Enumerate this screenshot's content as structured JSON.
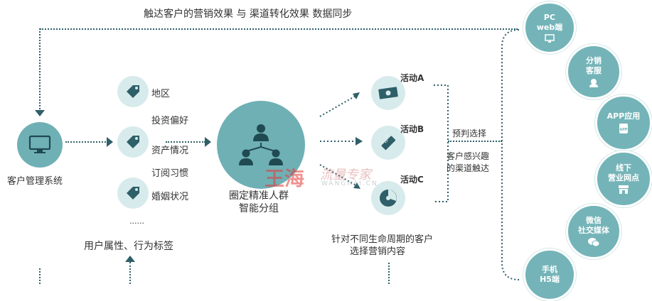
{
  "top_caption": "触达客户的营销效果 与 渠道转化效果 数据同步",
  "crm_label": "客户管理系统",
  "tags": [
    "地区",
    "投资偏好",
    "资产情况",
    "订阅习惯",
    "婚姻状况",
    "......"
  ],
  "tags_caption": "用户属性、行为标签",
  "center_label": [
    "圈定精准人群",
    "智能分组"
  ],
  "activities": [
    "活动A",
    "活动B",
    "活动C"
  ],
  "activities_caption": [
    "针对不同生命周期的客户",
    "选择营销内容"
  ],
  "bracket_labels": [
    "预判选择",
    "客户感兴趣",
    "的渠道触达"
  ],
  "channels": [
    {
      "line1": "PC",
      "line2": "web端",
      "icon": "monitor-icon"
    },
    {
      "line1": "分销",
      "line2": "客服",
      "icon": "headset-icon"
    },
    {
      "line1": "APP应用",
      "line2": "",
      "icon": "app-icon"
    },
    {
      "line1": "线下",
      "line2": "营业网点",
      "icon": "store-icon"
    },
    {
      "line1": "微信",
      "line2": "社交媒体",
      "icon": "wechat-icon"
    },
    {
      "line1": "手机",
      "line2": "H5端",
      "icon": "phone-icon"
    }
  ],
  "watermark": {
    "main": "王海",
    "script": "流量专家",
    "sub": "WANGHAI.CN"
  },
  "colors": {
    "teal": "#6fb0b5",
    "pale_teal": "#d8ebec",
    "channel": "#74b4b8",
    "dotted_line": "#2f5f68",
    "watermark_red": "#e23a3a"
  }
}
